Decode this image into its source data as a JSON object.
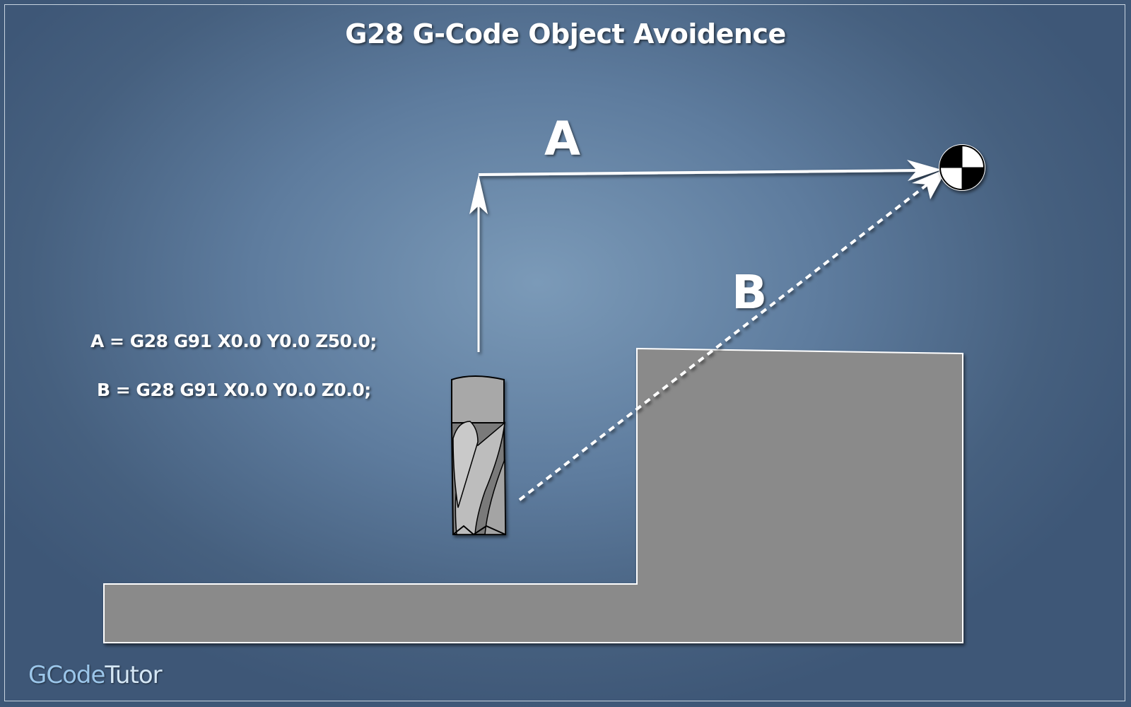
{
  "title": "G28 G-Code Object Avoidence",
  "paths": {
    "a": {
      "label": "A",
      "code": "A = G28 G91 X0.0 Y0.0 Z50.0;"
    },
    "b": {
      "label": "B",
      "code": "B = G28 G91 X0.0 Y0.0 Z0.0;"
    }
  },
  "brand": {
    "part1": "GCode",
    "part2": "Tutor"
  },
  "colors": {
    "background": "#5e7c9e",
    "workpiece": "#8a8a8a",
    "outline": "#ffffff",
    "tool": "#a6a6a6"
  },
  "icons": {
    "home_marker": "reference-point-icon",
    "tool": "end-mill-icon"
  }
}
